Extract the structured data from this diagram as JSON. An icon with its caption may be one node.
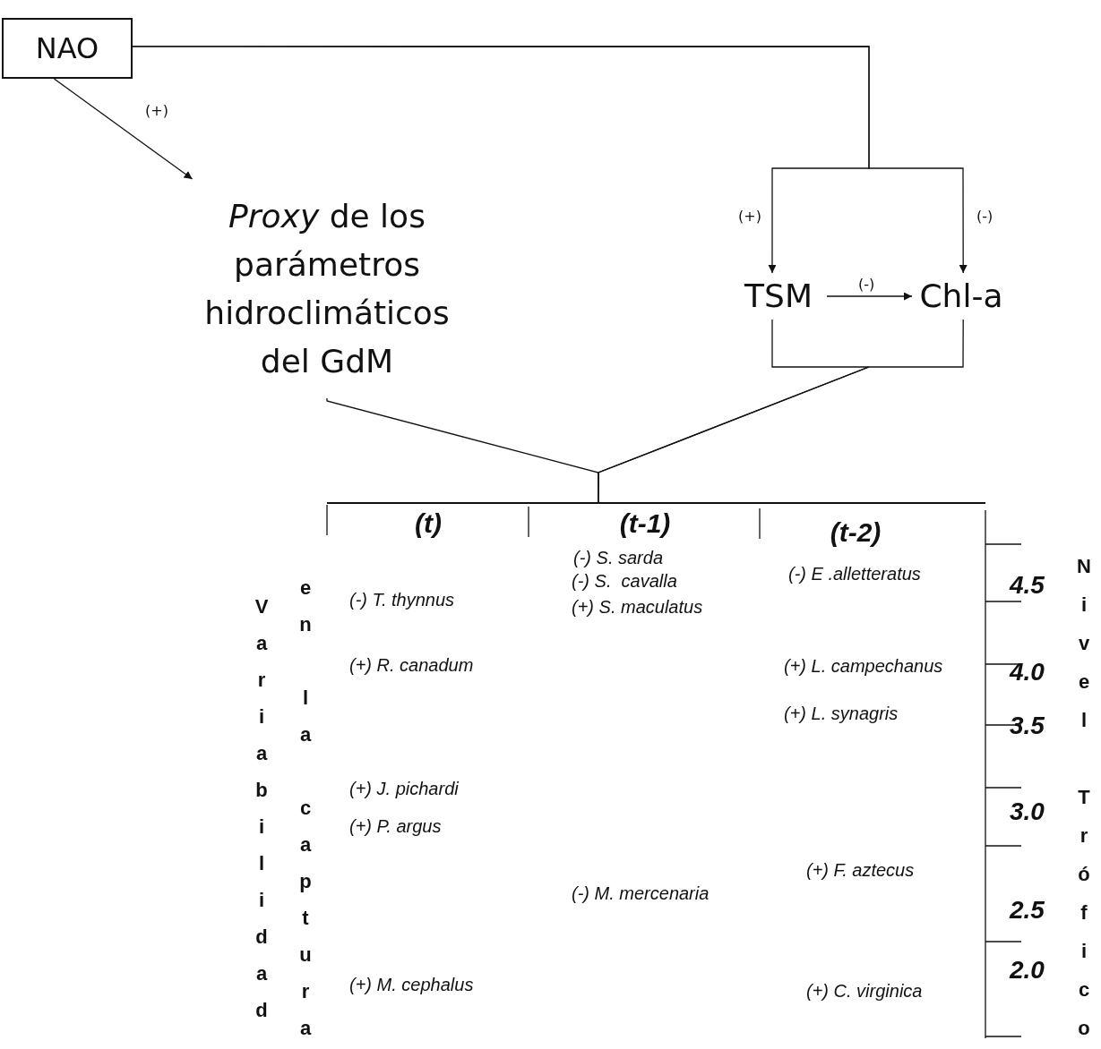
{
  "diagram": {
    "nodes": [
      {
        "text": [
          "NAO"
        ]
      },
      {
        "text": [
          "*Proxy* de los parámetros hidroclimáticos del GdM"
        ]
      },
      {
        "text": [
          "TSM"
        ]
      },
      {
        "text": [
          "Chl-a"
        ]
      },
      {
        "text": [],
        "shape": "bar"
      }
    ],
    "edges": [
      {
        "from": 0,
        "to": 1,
        "arrow": "to",
        "label": "(+)"
      },
      {
        "from": 0,
        "to": 2,
        "arrow": "to",
        "label": "(+)"
      },
      {
        "from": 0,
        "to": 3,
        "arrow": "to",
        "label": "(-)"
      },
      {
        "from": 2,
        "to": 3,
        "arrow": "to",
        "label": "(-)"
      },
      {
        "from": 1,
        "to": 4,
        "arrow": "none"
      },
      {
        "from": 2,
        "to": 4,
        "arrow": "none"
      },
      {
        "from": 3,
        "to": 4,
        "arrow": "none"
      }
    ],
    "labels": [
      "(t)",
      "(t-1)",
      "(t-2)",
      "(-) S. sarda",
      "(-) S.  cavalla",
      "(-) E .alletteratus",
      "4.5",
      "(-) T. thynnus",
      "(+) S. maculatus",
      "(+) R. canadum",
      "(+) L. campechanus",
      "4.0",
      "(+) L. synagris",
      "3.5",
      "(+) J. pichardi",
      "(+) P. argus",
      "3.0",
      "(+) F. aztecus",
      "(-) M. mercenaria",
      "2.5",
      "(+) M. cephalus",
      "(+) C. virginica",
      "2.0",
      "Variabilidad",
      "en",
      "la",
      "captura",
      "Nivel",
      "Trófico"
    ]
  }
}
